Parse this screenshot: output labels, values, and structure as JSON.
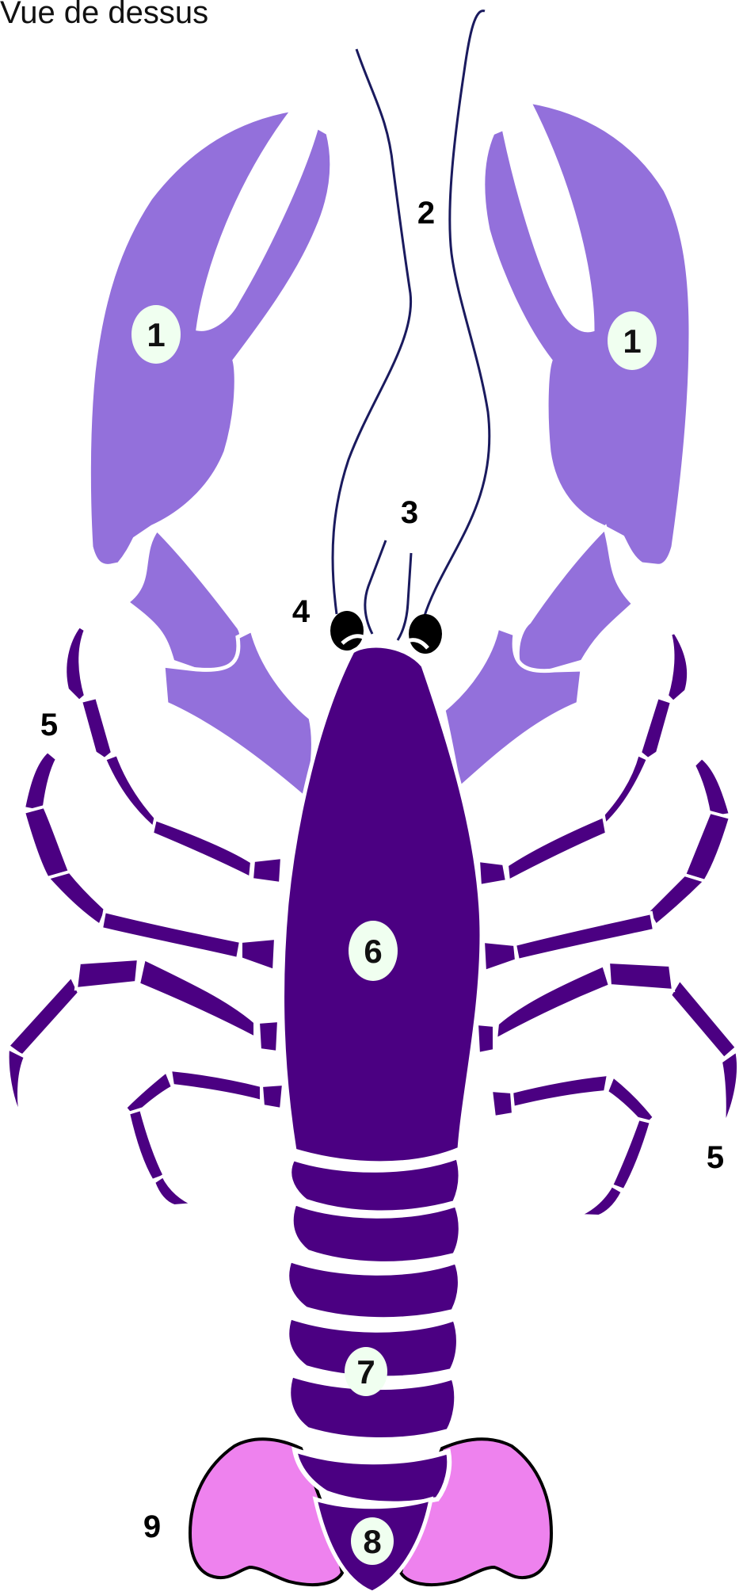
{
  "title": "Vue de dessus",
  "colors": {
    "claw": "#9370DB",
    "body": "#4B0082",
    "tail_fan": "#EE82EE",
    "badge": "#F0FFF0",
    "outline": "#000000",
    "antenna": "#1a1a5e"
  },
  "labels": {
    "claw_left": "1",
    "claw_right": "1",
    "antenna": "2",
    "antennule": "3",
    "eye": "4",
    "legs_left": "5",
    "legs_right": "5",
    "cephalothorax": "6",
    "abdomen": "7",
    "telson": "8",
    "uropods": "9"
  }
}
